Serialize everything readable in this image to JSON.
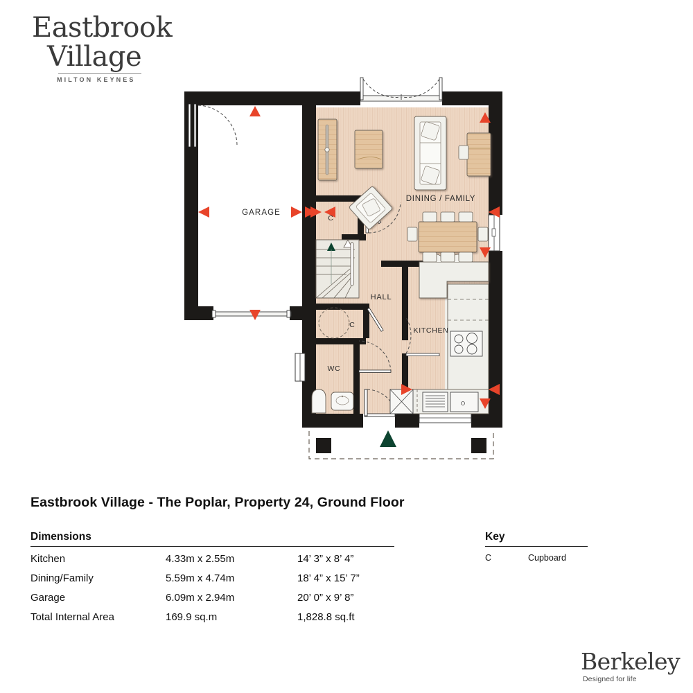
{
  "brand": {
    "line1": "Eastbrook",
    "line2": "Village",
    "line3": "MILTON KEYNES"
  },
  "plan_title": "Eastbrook Village - The Poplar, Property 24, Ground Floor",
  "dimensions": {
    "heading": "Dimensions",
    "rows": [
      {
        "room": "Kitchen",
        "metric": "4.33m x 2.55m",
        "imperial": "14’ 3” x 8’ 4”"
      },
      {
        "room": "Dining/Family",
        "metric": "5.59m x 4.74m",
        "imperial": "18’ 4” x 15’ 7”"
      },
      {
        "room": "Garage",
        "metric": "6.09m x 2.94m",
        "imperial": "20’ 0” x 9’ 8”"
      },
      {
        "room": "Total Internal Area",
        "metric": "169.9 sq.m",
        "imperial": "1,828.8 sq.ft"
      }
    ]
  },
  "key": {
    "heading": "Key",
    "rows": [
      {
        "symbol": "C",
        "meaning": "Cupboard"
      }
    ]
  },
  "floorplan": {
    "rooms": [
      {
        "id": "garage",
        "label": "GARAGE"
      },
      {
        "id": "dining-family",
        "label": "DINING / FAMILY"
      },
      {
        "id": "hall",
        "label": "HALL"
      },
      {
        "id": "kitchen",
        "label": "KITCHEN"
      },
      {
        "id": "wc",
        "label": "WC"
      },
      {
        "id": "cupboard-1",
        "label": "C"
      },
      {
        "id": "cupboard-2",
        "label": "C"
      }
    ],
    "colors": {
      "wall": "#1c1a18",
      "floor": "#edd6c2",
      "floor_dark": "#e2c6b0",
      "garage_floor": "#ffffff",
      "furniture_light": "#efefea",
      "furniture_wood": "#d9a85c",
      "furniture_wood_dark": "#c3913f",
      "dimension_arrow": "#e8442a",
      "stair_arrow": "#0d4430",
      "entry_marker": "#0d4430",
      "outline": "#5a5148"
    }
  },
  "footer_brand": {
    "name": "Berkeley",
    "tagline": "Designed for life"
  }
}
